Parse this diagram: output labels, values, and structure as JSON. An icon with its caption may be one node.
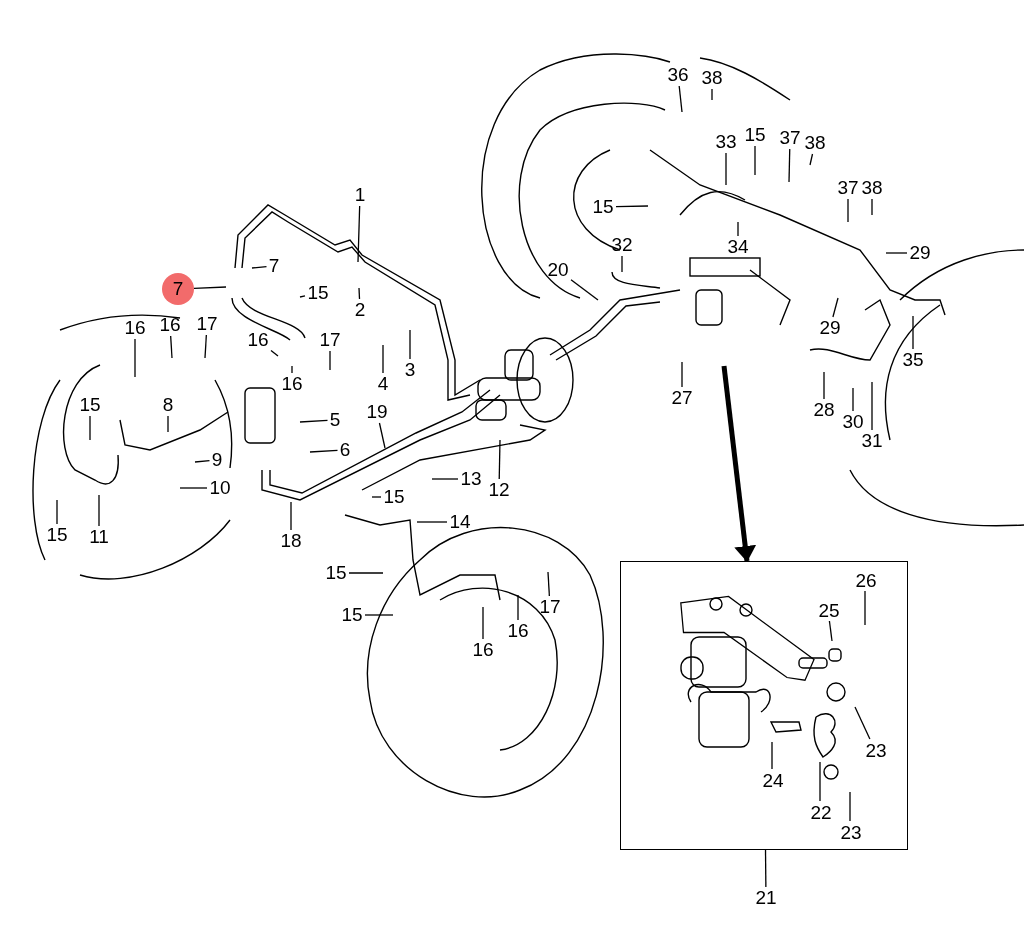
{
  "diagram": {
    "nodes": [
      {
        "text": [
          "36"
        ]
      },
      {
        "text": [
          "38"
        ]
      },
      {
        "text": [
          "33"
        ]
      },
      {
        "text": [
          "15"
        ]
      },
      {
        "text": [
          "37"
        ]
      },
      {
        "text": [
          "38"
        ]
      },
      {
        "text": [
          "37"
        ]
      },
      {
        "text": [
          "38"
        ]
      },
      {
        "text": [
          "1"
        ]
      },
      {
        "text": [
          "15"
        ]
      },
      {
        "text": [
          "32"
        ]
      },
      {
        "text": [
          "34"
        ]
      },
      {
        "text": [
          "29"
        ]
      },
      {
        "text": [
          "7"
        ]
      },
      {
        "text": [
          "7"
        ]
      },
      {
        "text": [
          "15"
        ]
      },
      {
        "text": [
          "17"
        ]
      },
      {
        "text": [
          "2"
        ]
      },
      {
        "text": [
          "20"
        ]
      },
      {
        "text": [
          "16"
        ]
      },
      {
        "text": [
          "16"
        ]
      },
      {
        "text": [
          "16"
        ]
      },
      {
        "text": [
          "17"
        ]
      },
      {
        "text": [
          "3"
        ]
      },
      {
        "text": [
          "4"
        ]
      },
      {
        "text": [
          "29"
        ]
      },
      {
        "text": [
          "35"
        ]
      },
      {
        "text": [
          "27"
        ]
      },
      {
        "text": [
          "28"
        ]
      },
      {
        "text": [
          "30"
        ]
      },
      {
        "text": [
          "31"
        ]
      },
      {
        "text": [
          "16"
        ]
      },
      {
        "text": [
          "15"
        ]
      },
      {
        "text": [
          "8"
        ]
      },
      {
        "text": [
          "19"
        ]
      },
      {
        "text": [
          "5"
        ]
      },
      {
        "text": [
          "6"
        ]
      },
      {
        "text": [
          "9"
        ]
      },
      {
        "text": [
          "10"
        ]
      },
      {
        "text": [
          "13"
        ]
      },
      {
        "text": [
          "15"
        ]
      },
      {
        "text": [
          "12"
        ]
      },
      {
        "text": [
          "14"
        ]
      },
      {
        "text": [
          "15"
        ]
      },
      {
        "text": [
          "11"
        ]
      },
      {
        "text": [
          "18"
        ]
      },
      {
        "text": [
          "15"
        ]
      },
      {
        "text": [
          "17"
        ]
      },
      {
        "text": [
          "16"
        ]
      },
      {
        "text": [
          "15"
        ]
      },
      {
        "text": [
          "16"
        ]
      },
      {
        "text": [],
        "shape": "box"
      },
      {
        "text": [
          "26"
        ],
        "in": 51
      },
      {
        "text": [
          "25"
        ],
        "in": 51
      },
      {
        "text": [
          "23"
        ],
        "in": 51
      },
      {
        "text": [
          "24"
        ],
        "in": 51
      },
      {
        "text": [
          "22"
        ],
        "in": 51
      },
      {
        "text": [
          "23"
        ],
        "in": 51
      },
      {
        "text": [
          "21"
        ]
      }
    ],
    "edges": [
      {
        "from": 0,
        "to": null,
        "arrow": "none"
      },
      {
        "from": 1,
        "to": null,
        "arrow": "none"
      },
      {
        "from": 2,
        "to": null,
        "arrow": "none"
      },
      {
        "from": 3,
        "to": null,
        "arrow": "none"
      },
      {
        "from": 4,
        "to": null,
        "arrow": "none"
      },
      {
        "from": 5,
        "to": null,
        "arrow": "none"
      },
      {
        "from": 6,
        "to": null,
        "arrow": "none"
      },
      {
        "from": 7,
        "to": null,
        "arrow": "none"
      },
      {
        "from": 8,
        "to": null,
        "arrow": "none"
      },
      {
        "from": 9,
        "to": null,
        "arrow": "none"
      },
      {
        "from": 10,
        "to": null,
        "arrow": "none"
      },
      {
        "from": 11,
        "to": null,
        "arrow": "none"
      },
      {
        "from": 12,
        "to": null,
        "arrow": "none"
      },
      {
        "from": 13,
        "to": null,
        "arrow": "none"
      },
      {
        "from": 14,
        "to": null,
        "arrow": "none"
      },
      {
        "from": 15,
        "to": null,
        "arrow": "none"
      },
      {
        "from": 16,
        "to": null,
        "arrow": "none"
      },
      {
        "from": 17,
        "to": null,
        "arrow": "none"
      },
      {
        "from": 18,
        "to": null,
        "arrow": "none"
      },
      {
        "from": 19,
        "to": null,
        "arrow": "none"
      },
      {
        "from": 20,
        "to": null,
        "arrow": "none"
      },
      {
        "from": 21,
        "to": null,
        "arrow": "none"
      },
      {
        "from": 22,
        "to": null,
        "arrow": "none"
      },
      {
        "from": 23,
        "to": null,
        "arrow": "none"
      },
      {
        "from": 24,
        "to": null,
        "arrow": "none"
      },
      {
        "from": 25,
        "to": null,
        "arrow": "none"
      },
      {
        "from": 26,
        "to": null,
        "arrow": "none"
      },
      {
        "from": 27,
        "to": null,
        "arrow": "none"
      },
      {
        "from": 28,
        "to": null,
        "arrow": "none"
      },
      {
        "from": 29,
        "to": null,
        "arrow": "none"
      },
      {
        "from": 30,
        "to": null,
        "arrow": "none"
      },
      {
        "from": 31,
        "to": null,
        "arrow": "none"
      },
      {
        "from": 32,
        "to": null,
        "arrow": "none"
      },
      {
        "from": 33,
        "to": null,
        "arrow": "none"
      },
      {
        "from": 34,
        "to": null,
        "arrow": "none"
      },
      {
        "from": 35,
        "to": null,
        "arrow": "none"
      },
      {
        "from": 36,
        "to": null,
        "arrow": "none"
      },
      {
        "from": 37,
        "to": null,
        "arrow": "none"
      },
      {
        "from": 38,
        "to": null,
        "arrow": "none"
      },
      {
        "from": 39,
        "to": null,
        "arrow": "none"
      },
      {
        "from": 40,
        "to": null,
        "arrow": "none"
      },
      {
        "from": 41,
        "to": null,
        "arrow": "none"
      },
      {
        "from": 42,
        "to": null,
        "arrow": "none"
      },
      {
        "from": 43,
        "to": null,
        "arrow": "none"
      },
      {
        "from": 44,
        "to": null,
        "arrow": "none"
      },
      {
        "from": 45,
        "to": null,
        "arrow": "none"
      },
      {
        "from": 46,
        "to": null,
        "arrow": "none"
      },
      {
        "from": 47,
        "to": null,
        "arrow": "none"
      },
      {
        "from": 48,
        "to": null,
        "arrow": "none"
      },
      {
        "from": 49,
        "to": null,
        "arrow": "none"
      },
      {
        "from": 50,
        "to": null,
        "arrow": "none"
      },
      {
        "from": 52,
        "to": null,
        "arrow": "none"
      },
      {
        "from": 53,
        "to": null,
        "arrow": "none"
      },
      {
        "from": 54,
        "to": null,
        "arrow": "none"
      },
      {
        "from": 55,
        "to": null,
        "arrow": "none"
      },
      {
        "from": 56,
        "to": null,
        "arrow": "none"
      },
      {
        "from": 57,
        "to": null,
        "arrow": "none"
      },
      {
        "from": 58,
        "to": 51,
        "arrow": "none"
      },
      {
        "from": null,
        "to": 51,
        "arrow": "to",
        "style": "thick"
      }
    ]
  }
}
